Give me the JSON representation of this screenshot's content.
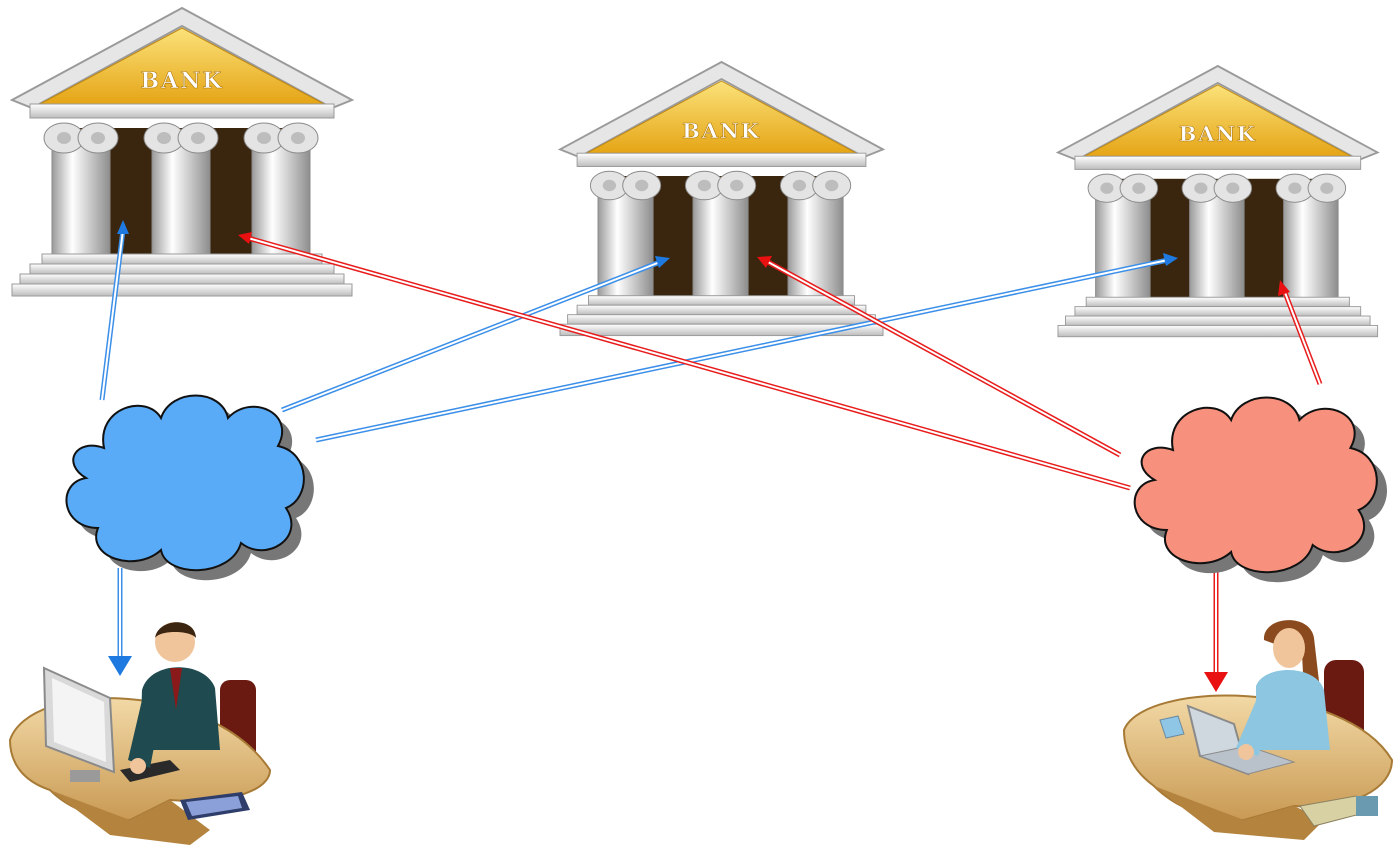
{
  "banks": [
    {
      "label": "BANK"
    },
    {
      "label": "BANK"
    },
    {
      "label": "BANK"
    }
  ],
  "networks": [
    {
      "color": "#5aabf7"
    },
    {
      "color": "#f7907c"
    }
  ],
  "connection_colors": {
    "left": "#3b8fe8",
    "right": "#e81c1c"
  },
  "icons": {
    "bank": "bank-building-icon",
    "cloud": "cloud-icon",
    "operator": "male-operator-at-desk-icon",
    "clerk": "female-clerk-at-desk-icon"
  }
}
